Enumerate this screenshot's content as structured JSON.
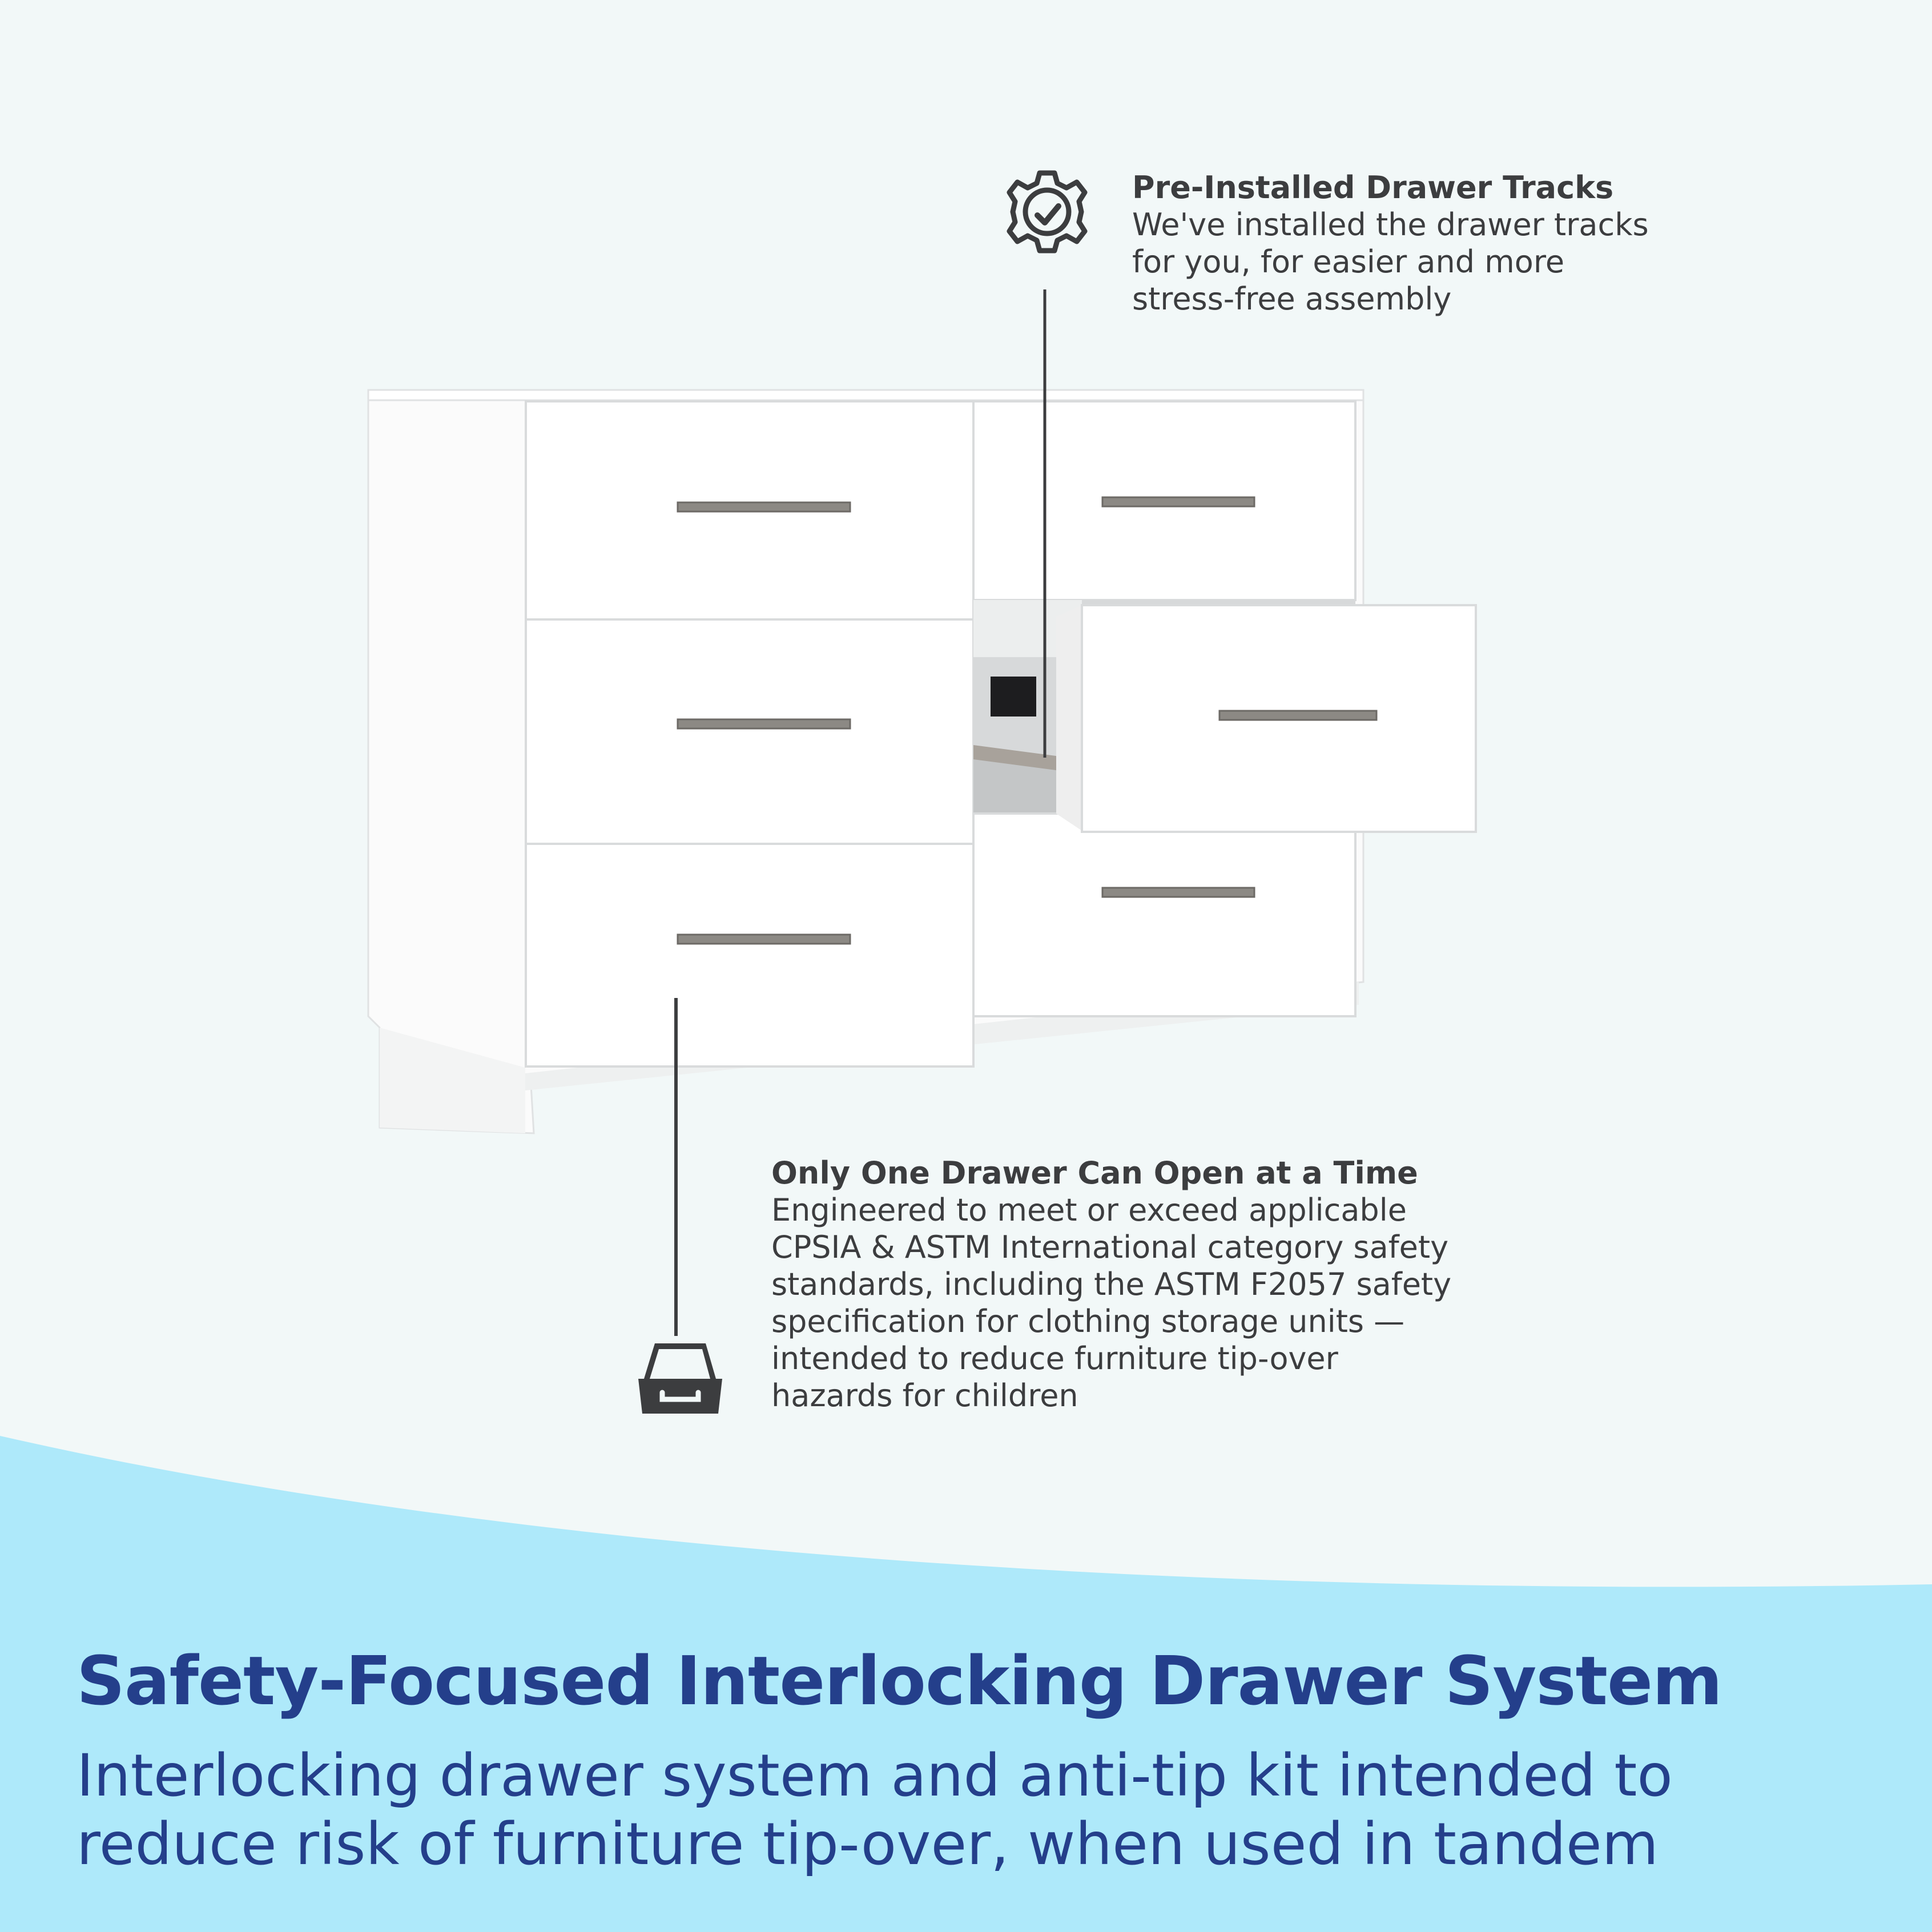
{
  "features": [
    {
      "icon": "gear-check-icon",
      "title": "Pre-Installed Drawer Tracks",
      "lines": [
        "We've installed the drawer tracks",
        "for you, for easier and more",
        "stress-free assembly"
      ]
    },
    {
      "icon": "open-drawer-icon",
      "title": "Only One Drawer Can Open at a Time",
      "lines": [
        "Engineered to meet or exceed applicable",
        "CPSIA & ASTM International category safety",
        "standards, including the ASTM F2057 safety",
        "specification for clothing storage units —",
        "intended to reduce furniture tip-over",
        "hazards for children"
      ]
    }
  ],
  "banner": {
    "heading": "Safety-Focused Interlocking Drawer System",
    "lines": [
      "Interlocking drawer system and anti-tip kit intended to",
      "reduce risk of furniture tip-over, when used in tandem"
    ]
  },
  "colors": {
    "background": "#f2f8f8",
    "wave": "#aee9fa",
    "heading": "#243f8b",
    "text": "#3c3d3f"
  }
}
